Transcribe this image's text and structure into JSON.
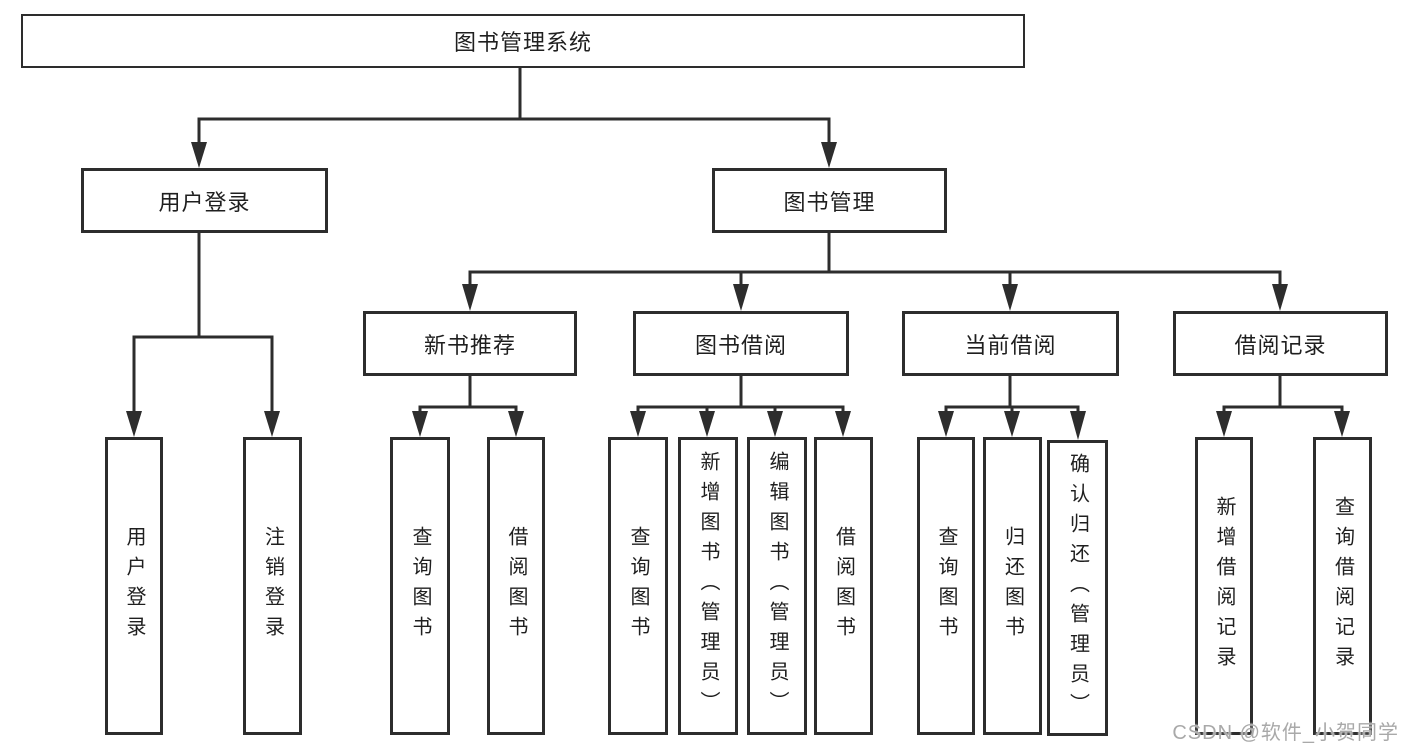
{
  "diagram": {
    "tree": {
      "label": "图书管理系统",
      "children": [
        {
          "label": "用户登录",
          "children": [
            {
              "label": "用户登录"
            },
            {
              "label": "注销登录"
            }
          ]
        },
        {
          "label": "图书管理",
          "children": [
            {
              "label": "新书推荐",
              "children": [
                {
                  "label": "查询图书"
                },
                {
                  "label": "借阅图书"
                }
              ]
            },
            {
              "label": "图书借阅",
              "children": [
                {
                  "label": "查询图书"
                },
                {
                  "label": "新增图书（管理员）"
                },
                {
                  "label": "编辑图书（管理员）"
                },
                {
                  "label": "借阅图书"
                }
              ]
            },
            {
              "label": "当前借阅",
              "children": [
                {
                  "label": "查询图书"
                },
                {
                  "label": "归还图书"
                },
                {
                  "label": "确认归还（管理员）"
                }
              ]
            },
            {
              "label": "借阅记录",
              "children": [
                {
                  "label": "新增借阅记录"
                },
                {
                  "label": "查询借阅记录"
                }
              ]
            }
          ]
        }
      ]
    },
    "watermark": {
      "text": "CSDN @软件_小贺同学"
    },
    "colors": {
      "line": "#2d2d2d",
      "text": "#1f1f1f",
      "background": "#ffffff",
      "watermark": "#a9a9a9"
    }
  }
}
